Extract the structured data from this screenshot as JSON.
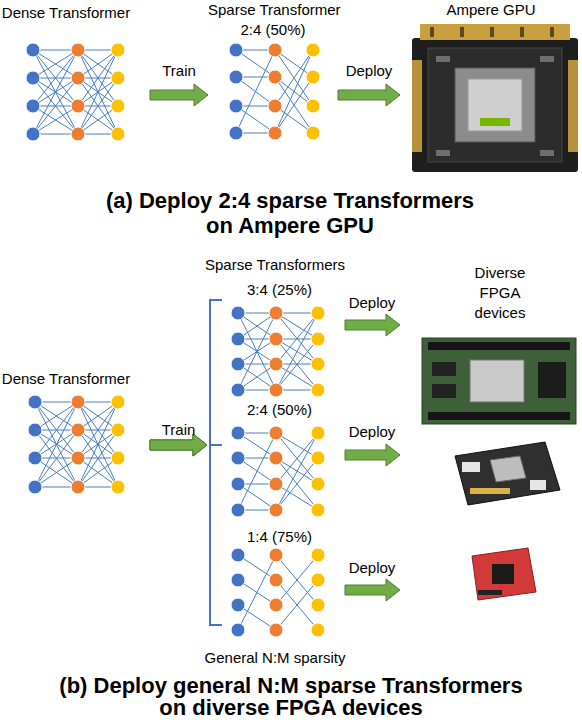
{
  "diagram": {
    "nodes": [
      {
        "text": [
          "Dense Transformer"
        ]
      },
      {
        "text": [
          "Sparse Transformer",
          "2:4 (50%)"
        ]
      },
      {
        "text": [
          "Ampere GPU"
        ]
      },
      {
        "text": [
          "Dense Transformer"
        ]
      },
      {
        "text": [
          "3:4 (25%)"
        ]
      },
      {
        "text": [
          "2:4 (50%)"
        ]
      },
      {
        "text": [
          "1:4 (75%)"
        ]
      }
    ],
    "edges": [
      {
        "from": 0,
        "to": 1,
        "arrow": "to",
        "label": "Train"
      },
      {
        "from": 1,
        "to": 2,
        "arrow": "to",
        "label": "Deploy"
      },
      {
        "from": 3,
        "to": 4,
        "arrow": "to"
      },
      {
        "from": 3,
        "to": 5,
        "arrow": "to",
        "label": "Train"
      },
      {
        "from": 3,
        "to": 6,
        "arrow": "to"
      }
    ],
    "labels": [
      "(a) Deploy 2:4 sparse Transformers on Ampere GPU",
      "Sparse Transformers",
      "Diverse FPGA devices",
      "Deploy",
      "Deploy",
      "Deploy",
      "General N:M sparsity",
      "(b) Deploy general N:M sparse Transformers on diverse FPGA devices"
    ]
  }
}
